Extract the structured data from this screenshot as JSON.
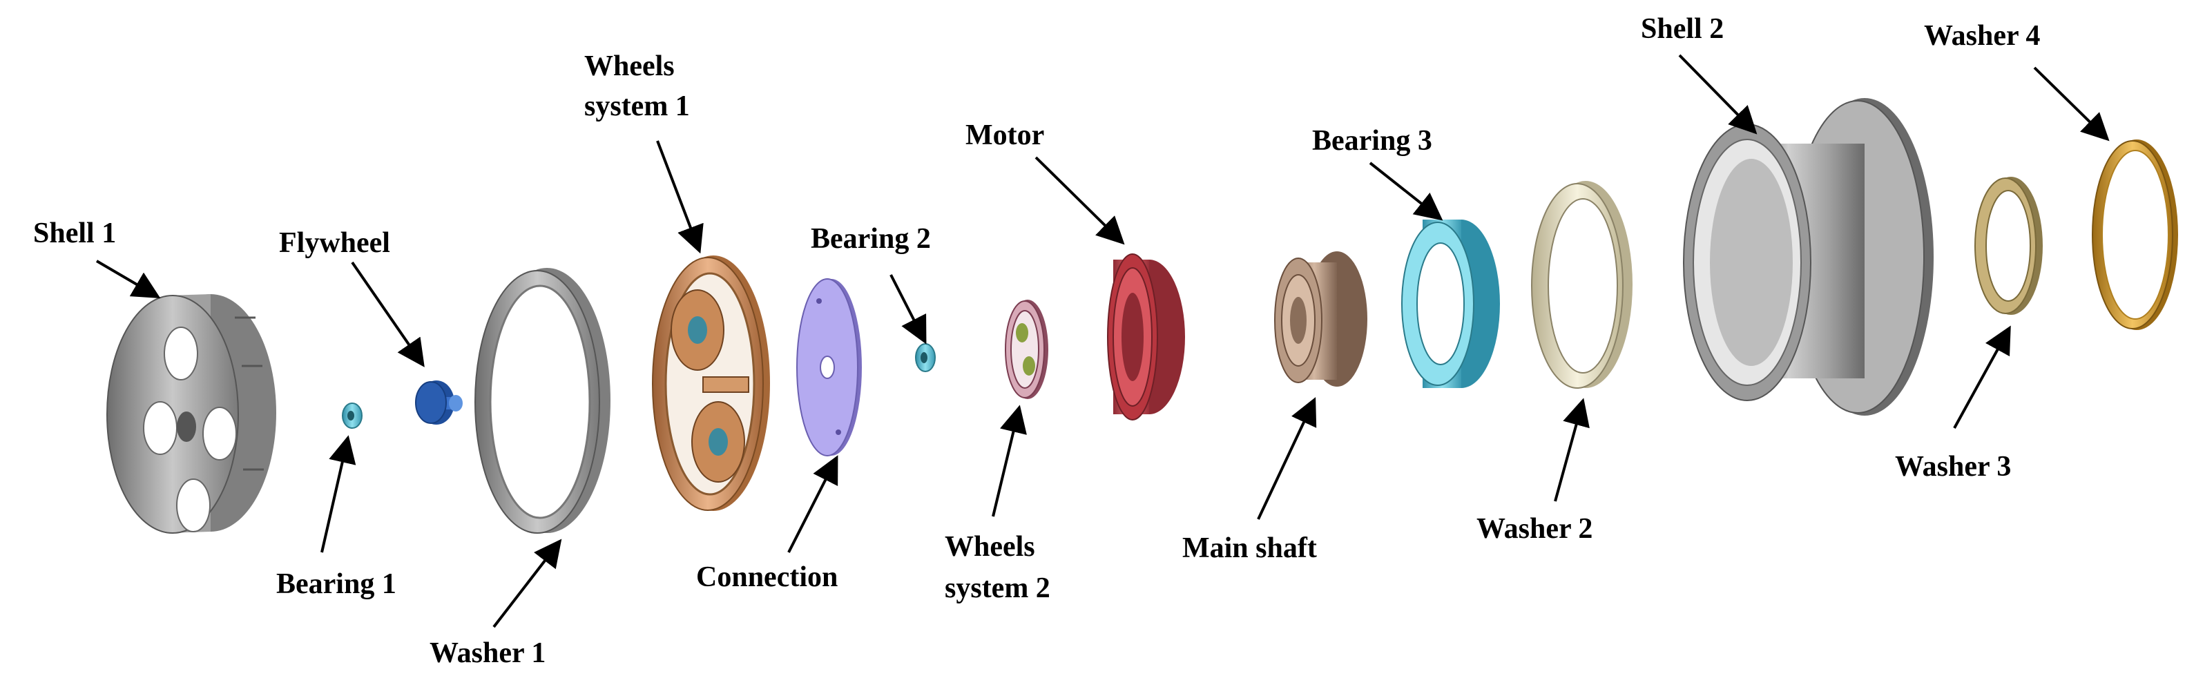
{
  "labels": {
    "shell1": "Shell 1",
    "flywheel": "Flywheel",
    "bearing1": "Bearing 1",
    "washer1": "Washer 1",
    "wheels1_line1": "Wheels",
    "wheels1_line2": "system 1",
    "connection": "Connection",
    "bearing2": "Bearing 2",
    "wheels2_line1": "Wheels",
    "wheels2_line2": "system 2",
    "motor": "Motor",
    "main_shaft": "Main shaft",
    "bearing3": "Bearing 3",
    "washer2": "Washer 2",
    "shell2": "Shell 2",
    "washer3": "Washer 3",
    "washer4": "Washer 4"
  },
  "colors": {
    "shell": "#8f8f8f",
    "flywheel": "#2a5db0",
    "bearing_small": "#5fc3cf",
    "washer1": "#9a9a9a",
    "wheels1": "#c98a58",
    "connection": "#9b8fe0",
    "wheels2": "#a8647a",
    "motor": "#c2404a",
    "main_shaft": "#a68872",
    "bearing3": "#4eb8d2",
    "washer2": "#e8e2c2",
    "shell2": "#9a9a9a",
    "washer3": "#b8a06a",
    "washer4": "#d49a2a"
  }
}
